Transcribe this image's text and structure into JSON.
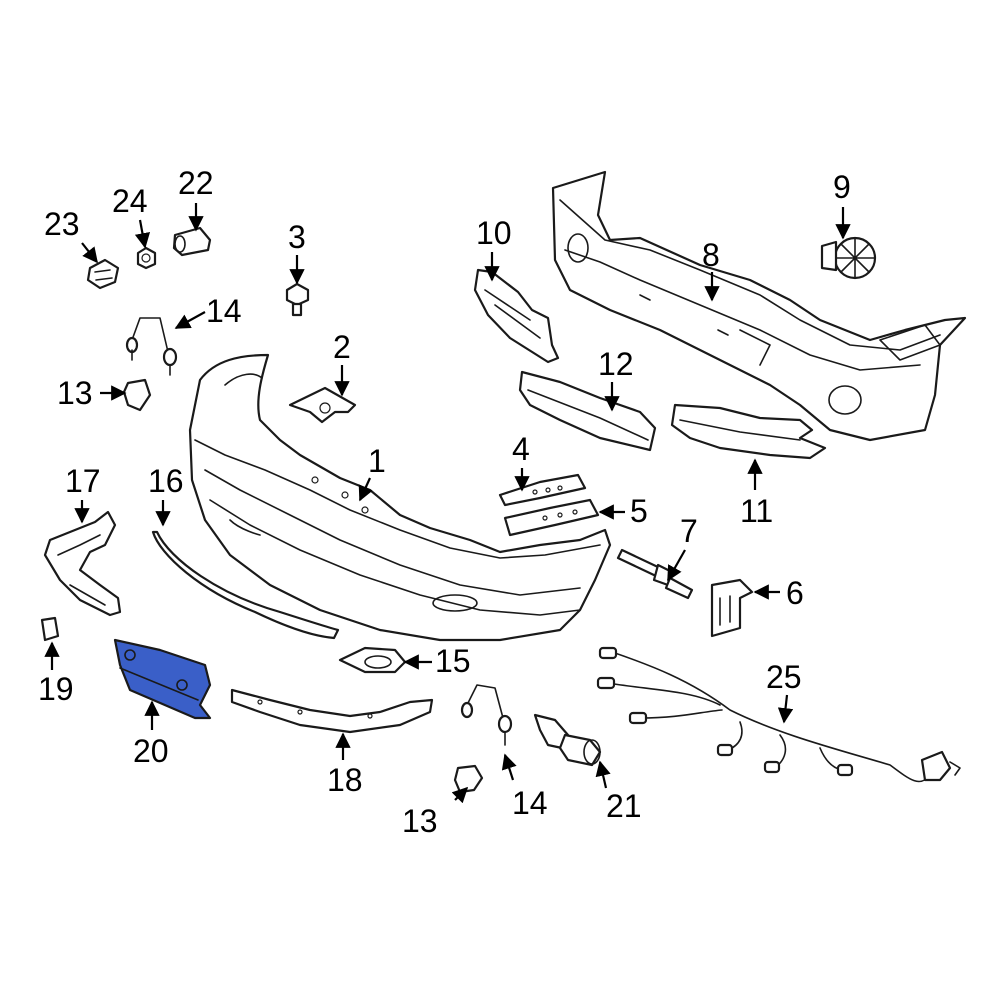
{
  "diagram": {
    "highlight_color": "#3a5fc8",
    "highlighted_part": "20",
    "callouts": {
      "c1": "1",
      "c2": "2",
      "c3": "3",
      "c4": "4",
      "c5": "5",
      "c6": "6",
      "c7": "7",
      "c8": "8",
      "c9": "9",
      "c10": "10",
      "c11": "11",
      "c12": "12",
      "c13a": "13",
      "c13b": "13",
      "c14a": "14",
      "c14b": "14",
      "c15": "15",
      "c16": "16",
      "c17": "17",
      "c18": "18",
      "c19": "19",
      "c20": "20",
      "c21": "21",
      "c22": "22",
      "c23": "23",
      "c24": "24",
      "c25": "25"
    }
  }
}
